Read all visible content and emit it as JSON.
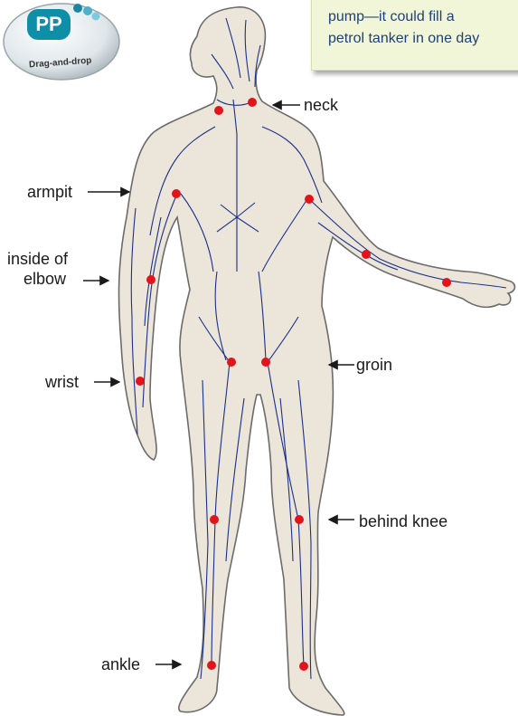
{
  "caption": {
    "lines": [
      "pump—it could fill a",
      "petrol tanker in one day"
    ]
  },
  "badge": {
    "logo_text": "PP",
    "label": "Drag-and-drop",
    "icon": "drag-and-drop-badge-icon"
  },
  "labels": {
    "neck": "neck",
    "armpit": "armpit",
    "elbow_line1": "inside of",
    "elbow_line2": "elbow",
    "wrist": "wrist",
    "groin": "groin",
    "knee": "behind knee",
    "ankle": "ankle"
  },
  "colors": {
    "body_fill": "#ece6da",
    "body_outline": "#6b6b6b",
    "vessel": "#1a2f8a",
    "node_dot": "#e3131b",
    "caption_bg": "#f2f6d8",
    "caption_text": "#1f3f7a",
    "badge_teal": "#0f8ea8"
  }
}
